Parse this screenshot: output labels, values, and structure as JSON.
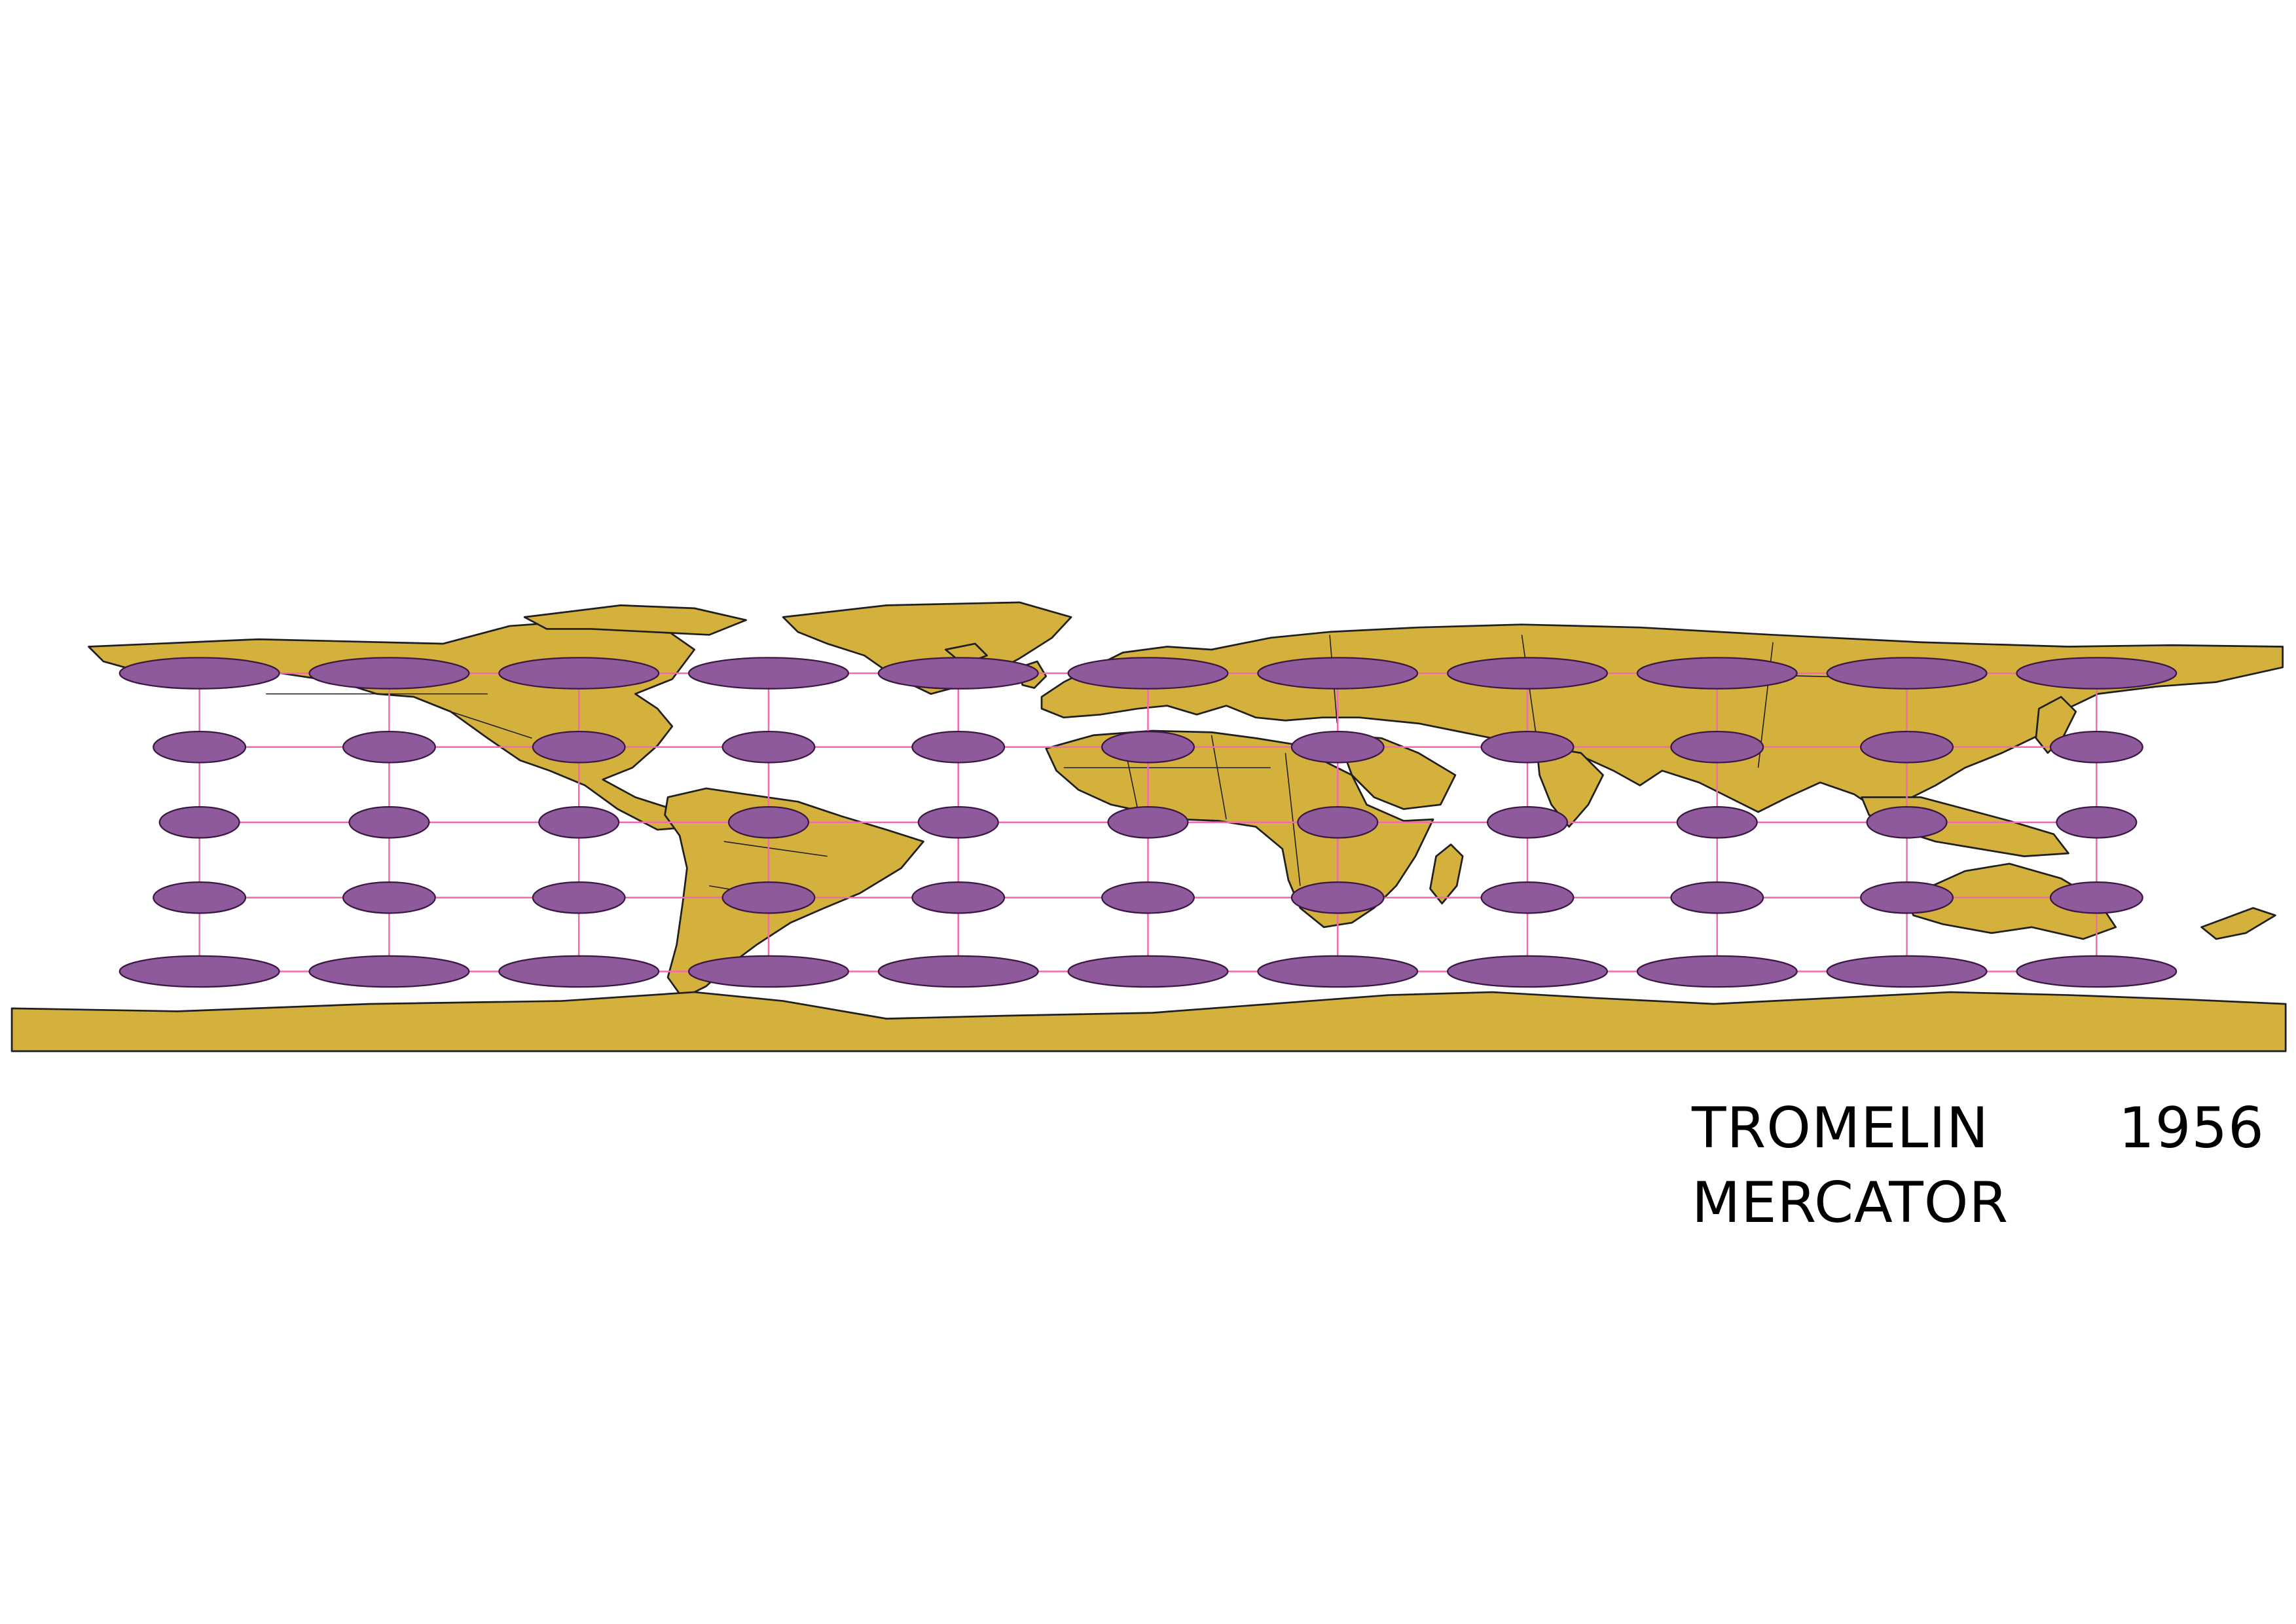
{
  "labels": {
    "line1": "TROMELIN",
    "line2": "MERCATOR",
    "year": "1956"
  },
  "colors": {
    "land": "#d4b03c",
    "coast": "#1f1f1f",
    "indicatrix_fill": "#8f5a9c",
    "indicatrix_stroke": "#3b1844",
    "graticule": "#f06bb0",
    "background": "#ffffff"
  },
  "map": {
    "indicatrix_longitudes": [
      -150,
      -120,
      -90,
      -60,
      -30,
      0,
      30,
      60,
      90,
      120,
      150
    ],
    "indicatrix_latitudes": [
      60,
      30,
      0,
      -30,
      -60
    ]
  }
}
